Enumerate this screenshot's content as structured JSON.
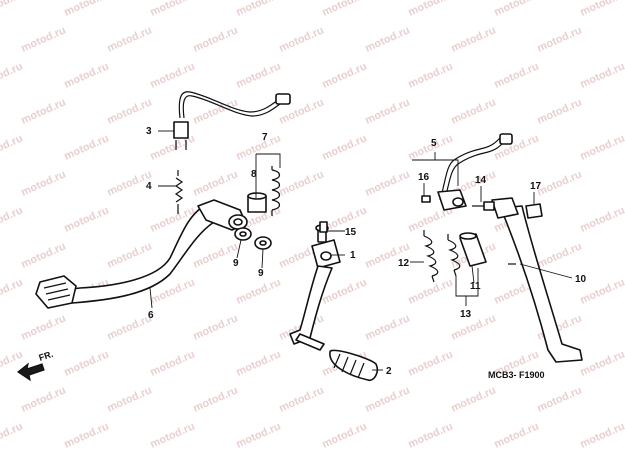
{
  "watermark": {
    "text": "motod.ru",
    "color": "#d9a9a9"
  },
  "diagram_code": "MCB3- F1900",
  "direction_label": "FR.",
  "callouts": {
    "n1": "1",
    "n2": "2",
    "n3": "3",
    "n4": "4",
    "n5": "5",
    "n6": "6",
    "n7": "7",
    "n8": "8",
    "n9a": "9",
    "n9b": "9",
    "n10": "10",
    "n11": "11",
    "n12": "12",
    "n13": "13",
    "n14": "14",
    "n15": "15",
    "n16": "16",
    "n17": "17"
  }
}
